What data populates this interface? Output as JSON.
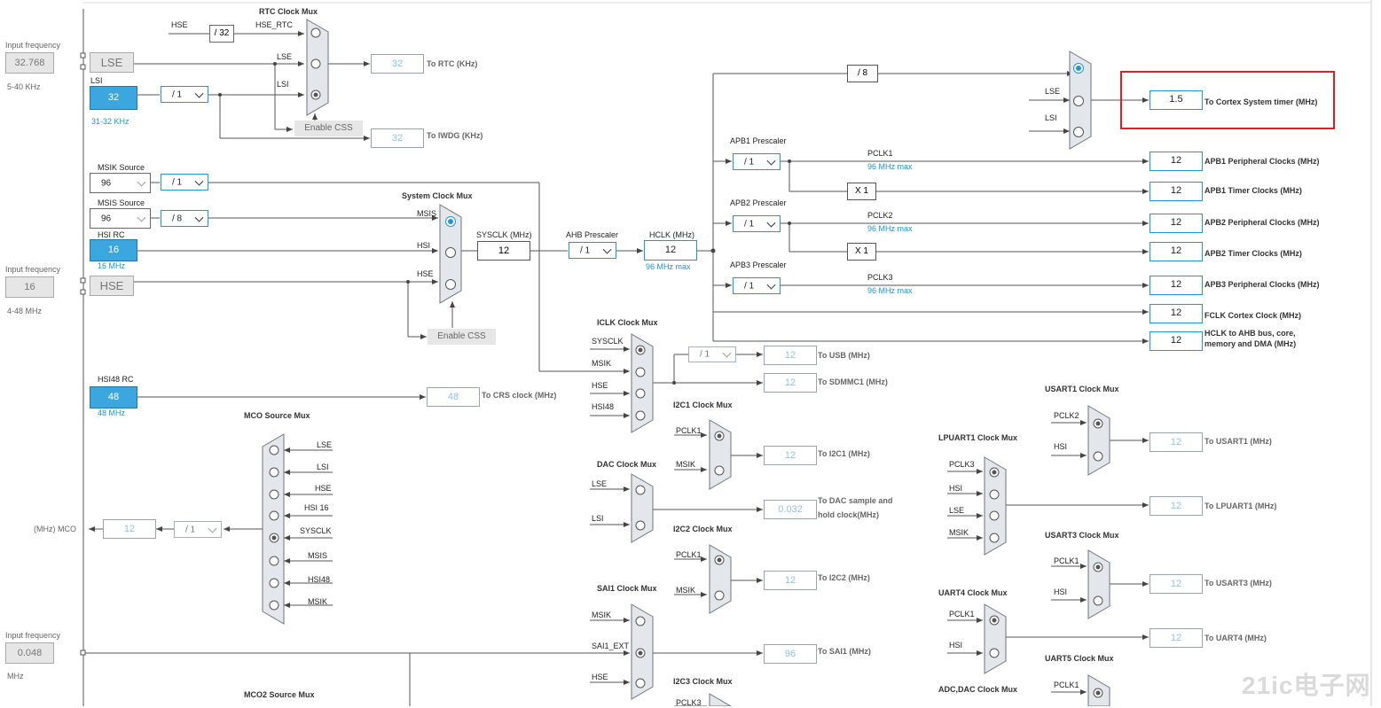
{
  "left": {
    "input_freq_label": "Input frequency",
    "lse_freq": "32.768",
    "lse_range": "5-40 KHz",
    "lse_label": "LSE",
    "lsi_label": "LSI",
    "lsi_value": "32",
    "lsi_range": "31-32 KHz",
    "msik_source_label": "MSIK Source",
    "msik_source_value": "96",
    "msik_div": "/ 1",
    "msis_source_label": "MSIS Source",
    "msis_source_value": "96",
    "msis_div": "/ 8",
    "hsi_label": "HSI RC",
    "hsi_value": "16",
    "hsi_freq": "16 MHz",
    "hse_freq": "16",
    "hse_range": "4-48 MHz",
    "hse_label": "HSE",
    "hsi48_label": "HSI48 RC",
    "hsi48_value": "48",
    "hsi48_freq": "48 MHz",
    "bottom_freq": "0.048",
    "bottom_unit": "MHz"
  },
  "rtc": {
    "title": "RTC Clock Mux",
    "hse": "HSE",
    "hse_div": "/ 32",
    "hse_rtc": "HSE_RTC",
    "lse": "LSE",
    "lsi": "LSI",
    "lsi_div": "/ 1",
    "enable_css": "Enable CSS",
    "rtc_value": "32",
    "rtc_label": "To RTC (KHz)",
    "iwdg_value": "32",
    "iwdg_label": "To IWDG (KHz)"
  },
  "sysclk": {
    "mux_title": "System Clock Mux",
    "msis": "MSIS",
    "hsi": "HSI",
    "hse": "HSE",
    "enable_css": "Enable CSS",
    "sysclk_label": "SYSCLK (MHz)",
    "sysclk_value": "12",
    "ahb_label": "AHB Prescaler",
    "ahb_value": "/ 1",
    "hclk_label": "HCLK (MHz)",
    "hclk_value": "12",
    "hclk_max": "96 MHz max"
  },
  "systick": {
    "div": "/ 8",
    "lse": "LSE",
    "lsi": "LSI",
    "value": "1.5",
    "label": "To Cortex System timer (MHz)"
  },
  "apb": {
    "apb1_label": "APB1 Prescaler",
    "apb1_value": "/ 1",
    "pclk1": "PCLK1",
    "pclk1_max": "96 MHz max",
    "apb1_periph_value": "12",
    "apb1_periph_label": "APB1 Peripheral Clocks (MHz)",
    "apb1_x": "X 1",
    "apb1_timer_value": "12",
    "apb1_timer_label": "APB1 Timer Clocks (MHz)",
    "apb2_label": "APB2 Prescaler",
    "apb2_value": "/ 1",
    "pclk2": "PCLK2",
    "pclk2_max": "96 MHz max",
    "apb2_periph_value": "12",
    "apb2_periph_label": "APB2 Peripheral Clocks (MHz)",
    "apb2_x": "X 1",
    "apb2_timer_value": "12",
    "apb2_timer_label": "APB2 Timer Clocks (MHz)",
    "apb3_label": "APB3 Prescaler",
    "apb3_value": "/ 1",
    "pclk3": "PCLK3",
    "pclk3_max": "96 MHz max",
    "apb3_periph_value": "12",
    "apb3_periph_label": "APB3 Peripheral Clocks (MHz)",
    "fclk_value": "12",
    "fclk_label": "FCLK Cortex Clock (MHz)",
    "hclk_ahb_value": "12",
    "hclk_ahb_label_1": "HCLK to AHB bus, core,",
    "hclk_ahb_label_2": "memory and DMA (MHz)"
  },
  "iclk": {
    "title": "ICLK Clock Mux",
    "inputs": [
      "SYSCLK",
      "MSIK",
      "HSE",
      "HSI48"
    ],
    "usb_div": "/ 1",
    "usb_value": "12",
    "usb_label": "To USB (MHz)",
    "sdmmc_value": "12",
    "sdmmc_label": "To SDMMC1 (MHz)"
  },
  "i2c1": {
    "title": "I2C1 Clock Mux",
    "in1": "PCLK1",
    "in2": "MSIK",
    "value": "12",
    "label": "To I2C1 (MHz)"
  },
  "dac": {
    "title": "DAC Clock Mux",
    "in1": "LSE",
    "in2": "LSI",
    "value": "0.032",
    "label_1": "To DAC sample and",
    "label_2": "hold clock(MHz)"
  },
  "i2c2": {
    "title": "I2C2 Clock Mux",
    "in1": "PCLK1",
    "in2": "MSIK",
    "value": "12",
    "label": "To I2C2 (MHz)"
  },
  "sai1": {
    "title": "SAI1 Clock Mux",
    "in1": "MSIK",
    "in2": "SAI1_EXT",
    "in3": "HSE",
    "value": "96",
    "label": "To SAI1 (MHz)"
  },
  "i2c3": {
    "title": "I2C3 Clock Mux",
    "in1": "PCLK3"
  },
  "crs": {
    "value": "48",
    "label": "To CRS clock (MHz)"
  },
  "mco": {
    "title": "MCO Source Mux",
    "inputs": [
      "LSE",
      "LSI",
      "HSE",
      "HSI 16",
      "SYSCLK",
      "MSIS",
      "HSI48",
      "MSIK"
    ],
    "div": "/ 1",
    "value": "12",
    "out_label": "(MHz) MCO",
    "mco2_title": "MCO2 Source Mux"
  },
  "usart1": {
    "title": "USART1 Clock Mux",
    "in1": "PCLK2",
    "in2": "HSI",
    "value": "12",
    "label": "To USART1 (MHz)"
  },
  "lpuart1": {
    "title": "LPUART1 Clock Mux",
    "inputs": [
      "PCLK3",
      "HSI",
      "LSE",
      "MSIK"
    ],
    "value": "12",
    "label": "To LPUART1 (MHz)"
  },
  "usart3": {
    "title": "USART3 Clock Mux",
    "in1": "PCLK1",
    "in2": "HSI",
    "value": "12",
    "label": "To USART3 (MHz)"
  },
  "uart4": {
    "title": "UART4 Clock Mux",
    "in1": "PCLK1",
    "in2": "HSI",
    "value": "12",
    "label": "To UART4 (MHz)"
  },
  "uart5": {
    "title": "UART5 Clock Mux",
    "in1": "PCLK1"
  },
  "adc": {
    "title": "ADC,DAC Clock Mux"
  },
  "watermark": "21ic电子网"
}
